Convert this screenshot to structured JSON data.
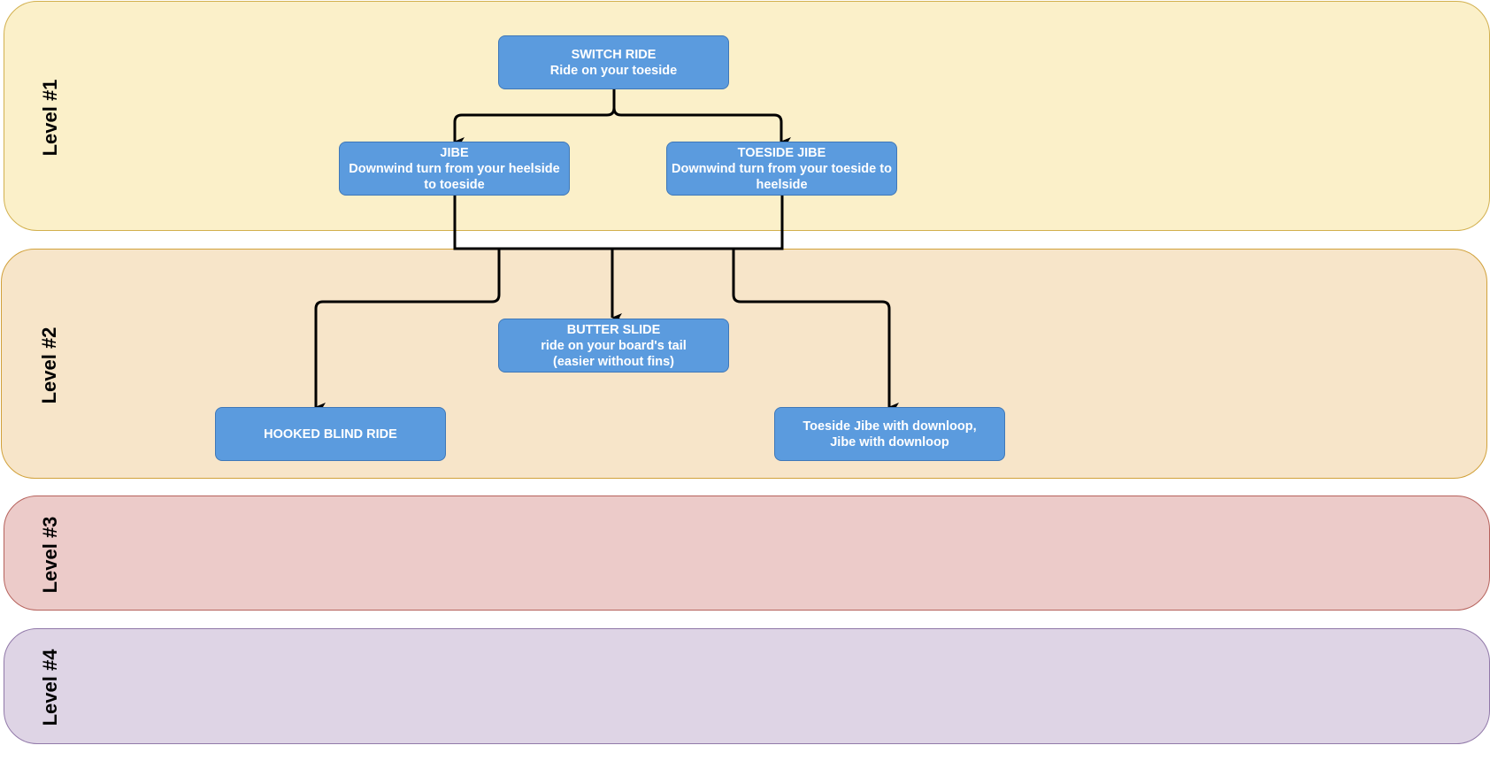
{
  "lanes": [
    {
      "label": "Level #1",
      "fill": "#fbf0c9",
      "stroke": "#d2b04f"
    },
    {
      "label": "Level #2",
      "fill": "#f7e5c9",
      "stroke": "#d1a13a"
    },
    {
      "label": "Level #3",
      "fill": "#eccbc9",
      "stroke": "#b6625c"
    },
    {
      "label": "Level #4",
      "fill": "#ded4e5",
      "stroke": "#9179a9"
    }
  ],
  "nodes": {
    "switch_ride": {
      "title": "SWITCH RIDE",
      "line2": "Ride on your toeside"
    },
    "jibe": {
      "title": "JIBE",
      "line2": "Downwind turn from  your heelside",
      "line3": "to toeside"
    },
    "toeside_jibe": {
      "title": "TOESIDE JIBE",
      "line2": "Downwind turn from  your toeside to",
      "line3": "heelside"
    },
    "butter_slide": {
      "title": "BUTTER SLIDE",
      "line2": "ride on your board's tail",
      "line3": "(easier without fins)"
    },
    "hooked_blind_ride": {
      "title": "HOOKED BLIND RIDE"
    },
    "downloop": {
      "line1": "Toeside Jibe with downloop,",
      "line2": "Jibe with downloop"
    }
  },
  "colors": {
    "node_fill": "#5b9bde",
    "node_stroke": "#3f78b8",
    "edge": "#000000"
  },
  "edges": [
    {
      "from": "switch_ride",
      "to": "jibe"
    },
    {
      "from": "switch_ride",
      "to": "toeside_jibe"
    },
    {
      "from": "jibe",
      "to": "butter_slide"
    },
    {
      "from": "toeside_jibe",
      "to": "butter_slide"
    },
    {
      "from": "jibe",
      "to": "hooked_blind_ride"
    },
    {
      "from": "toeside_jibe",
      "to": "downloop"
    }
  ]
}
